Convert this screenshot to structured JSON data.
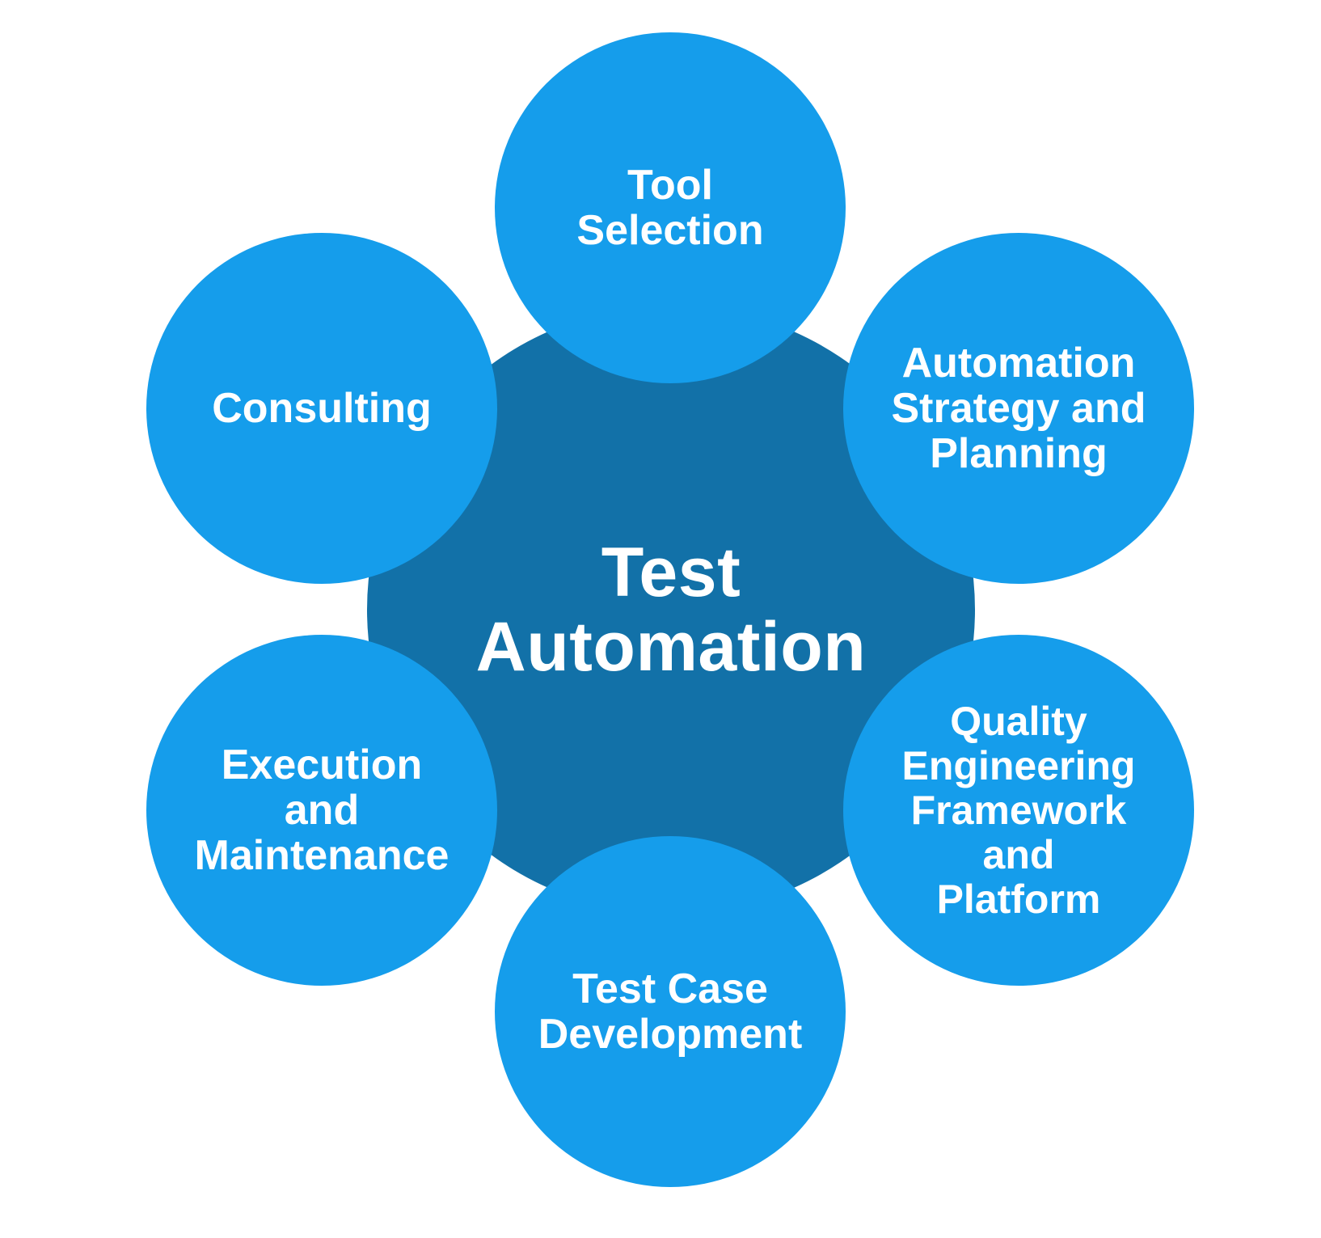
{
  "colors": {
    "hub": "#1271a8",
    "satellite": "#159deb",
    "text": "#ffffff",
    "background": "#ffffff"
  },
  "hub": {
    "lines": [
      "Test",
      "Automation"
    ]
  },
  "satellites": [
    {
      "lines": [
        "Tool",
        "Selection"
      ]
    },
    {
      "lines": [
        "Automation",
        "Strategy and",
        "Planning"
      ]
    },
    {
      "lines": [
        "Quality",
        "Engineering",
        "Framework",
        "and",
        "Platform"
      ]
    },
    {
      "lines": [
        "Test Case",
        "Development"
      ]
    },
    {
      "lines": [
        "Execution",
        "and",
        "Maintenance"
      ]
    },
    {
      "lines": [
        "Consulting"
      ]
    }
  ]
}
